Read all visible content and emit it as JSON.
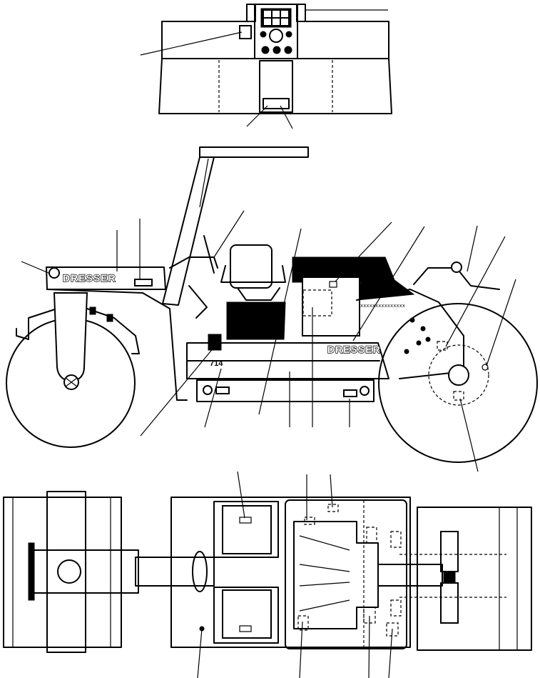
{
  "decal_text": {
    "brand_left": "DRESSER",
    "brand_right": "DRESSER",
    "model_number": "714",
    "serial_plate": "xxxxxxxxxxxxxxx"
  },
  "colors": {
    "ink": "#000000",
    "paper": "#ffffff"
  }
}
